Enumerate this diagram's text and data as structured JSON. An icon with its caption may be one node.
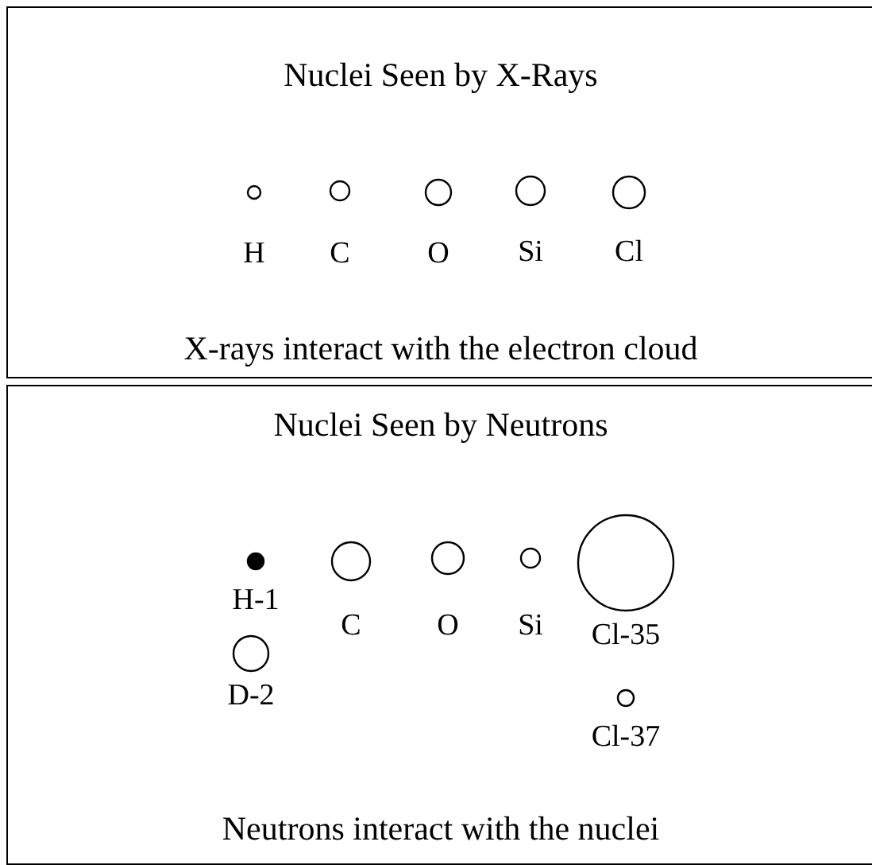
{
  "diagram": {
    "nodes": [
      {
        "text": [
          "Nuclei Seen by X-Rays",
          "X-rays interact with the electron cloud"
        ]
      },
      {
        "text": [],
        "shape": "circle",
        "beside": [
          "H"
        ],
        "in": 0
      },
      {
        "text": [],
        "shape": "circle",
        "beside": [
          "C"
        ],
        "in": 0
      },
      {
        "text": [],
        "shape": "circle",
        "beside": [
          "O"
        ],
        "in": 0
      },
      {
        "text": [],
        "shape": "circle",
        "beside": [
          "Si"
        ],
        "in": 0
      },
      {
        "text": [],
        "shape": "circle",
        "beside": [
          "Cl"
        ],
        "in": 0
      },
      {
        "text": [
          "Nuclei Seen by Neutrons",
          "Neutrons interact with the nuclei"
        ]
      },
      {
        "text": [],
        "shape": "dot",
        "beside": [
          "H-1"
        ],
        "in": 6
      },
      {
        "text": [],
        "shape": "circle",
        "beside": [
          "C"
        ],
        "in": 6
      },
      {
        "text": [],
        "shape": "circle",
        "beside": [
          "O"
        ],
        "in": 6
      },
      {
        "text": [],
        "shape": "circle",
        "beside": [
          "Si"
        ],
        "in": 6
      },
      {
        "text": [],
        "shape": "circle",
        "beside": [
          "Cl-35"
        ],
        "in": 6
      },
      {
        "text": [],
        "shape": "circle",
        "beside": [
          "D-2"
        ],
        "in": 6
      },
      {
        "text": [],
        "shape": "circle",
        "beside": [
          "Cl-37"
        ],
        "in": 6
      }
    ],
    "edges": []
  }
}
